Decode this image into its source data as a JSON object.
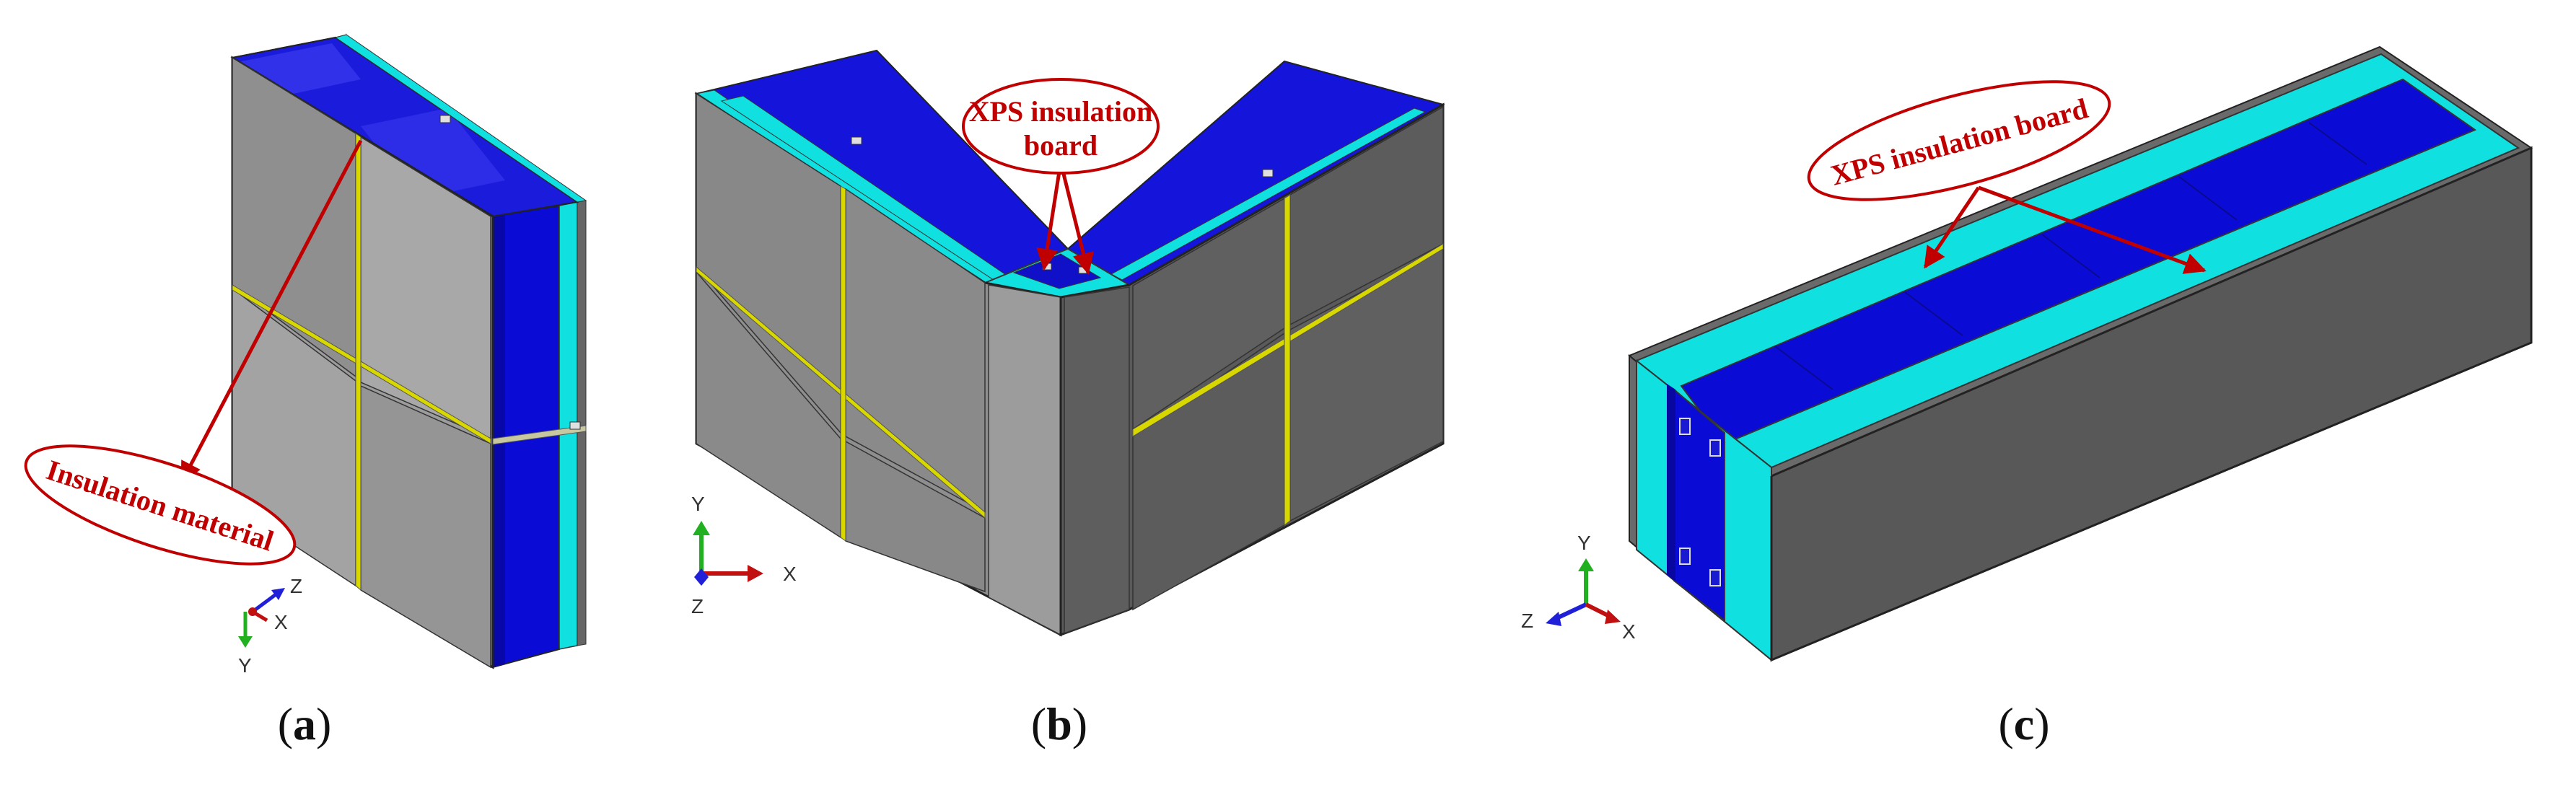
{
  "panels": [
    {
      "id": "a",
      "label_open": "(",
      "label_letter": "a",
      "label_close": ")",
      "callout": [
        "Insulation material"
      ],
      "axes": {
        "up": "Z",
        "side": "X",
        "down": "Y"
      }
    },
    {
      "id": "b",
      "label_open": "(",
      "label_letter": "b",
      "label_close": ")",
      "callout": [
        "XPS insulation",
        "board"
      ],
      "axes": {
        "up": "Y",
        "side": "X",
        "down": "Z"
      }
    },
    {
      "id": "c",
      "label_open": "(",
      "label_letter": "c",
      "label_close": ")",
      "callout": [
        "XPS insulation board"
      ],
      "axes": {
        "up": "Y",
        "left": "Z",
        "right": "X"
      }
    }
  ],
  "colors": {
    "panel_light": "#a8a8a8",
    "panel_mid": "#8a8a8a",
    "panel_dark": "#5a5a5a",
    "insulation_blue": "#0a0ad8",
    "xps_cyan": "#11e0e0",
    "joint_yellow": "#d8d800",
    "callout_red": "#c00000"
  }
}
